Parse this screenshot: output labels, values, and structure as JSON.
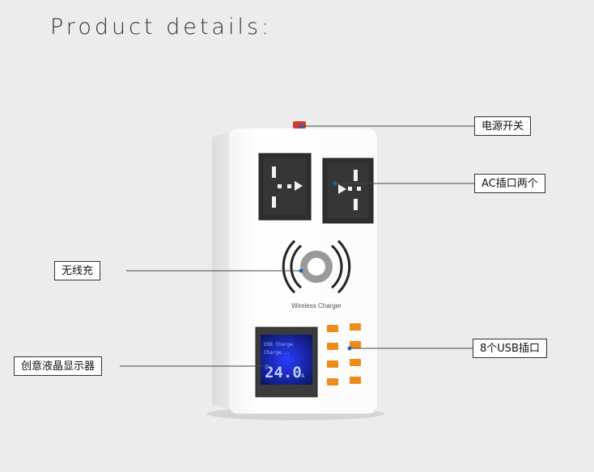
{
  "title": "Product details:",
  "device": {
    "wireless_label": "Wireless Charger",
    "lcd": {
      "line1": "USB Charge",
      "line2": "Charge...",
      "reading": "24.0",
      "unit": "A"
    }
  },
  "callouts": {
    "power_switch": "电源开关",
    "ac_outlets": "AC插口两个",
    "wireless": "无线充",
    "lcd": "创意液晶显示器",
    "usb": "8个USB插口"
  },
  "colors": {
    "background": "#ececec",
    "device_body": "#ffffff",
    "socket_face": "#2e2e2e",
    "usb_port": "#f08a1a",
    "lcd_glow": "#3a6cff",
    "switch": "#d33a2c",
    "callout_dot": "#1f5fbf"
  }
}
